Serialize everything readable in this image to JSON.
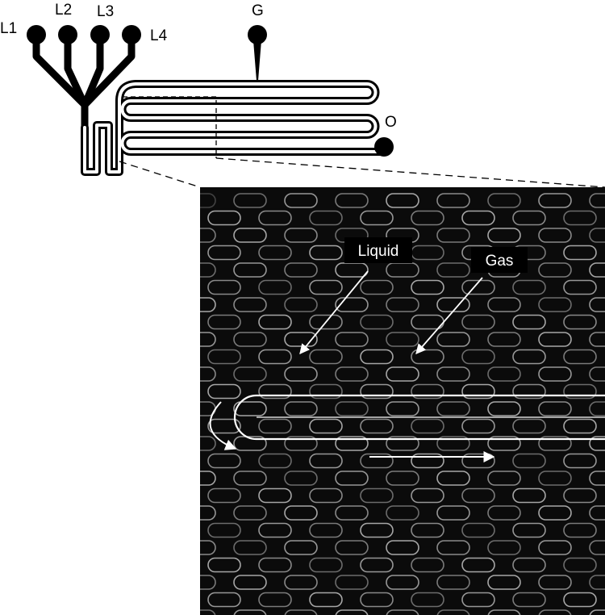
{
  "figure": {
    "ports": {
      "l1": "L1",
      "l2": "L2",
      "l3": "L3",
      "l4": "L4",
      "gas": "G",
      "outlet": "O"
    },
    "micrograph_labels": {
      "liquid": "Liquid",
      "gas": "Gas"
    },
    "colors": {
      "channel": "#000000",
      "background": "#ffffff",
      "micrograph_bg": "#0b0b0b",
      "slug_outline": "#bdbdbd",
      "annotation": "#ffffff"
    }
  }
}
